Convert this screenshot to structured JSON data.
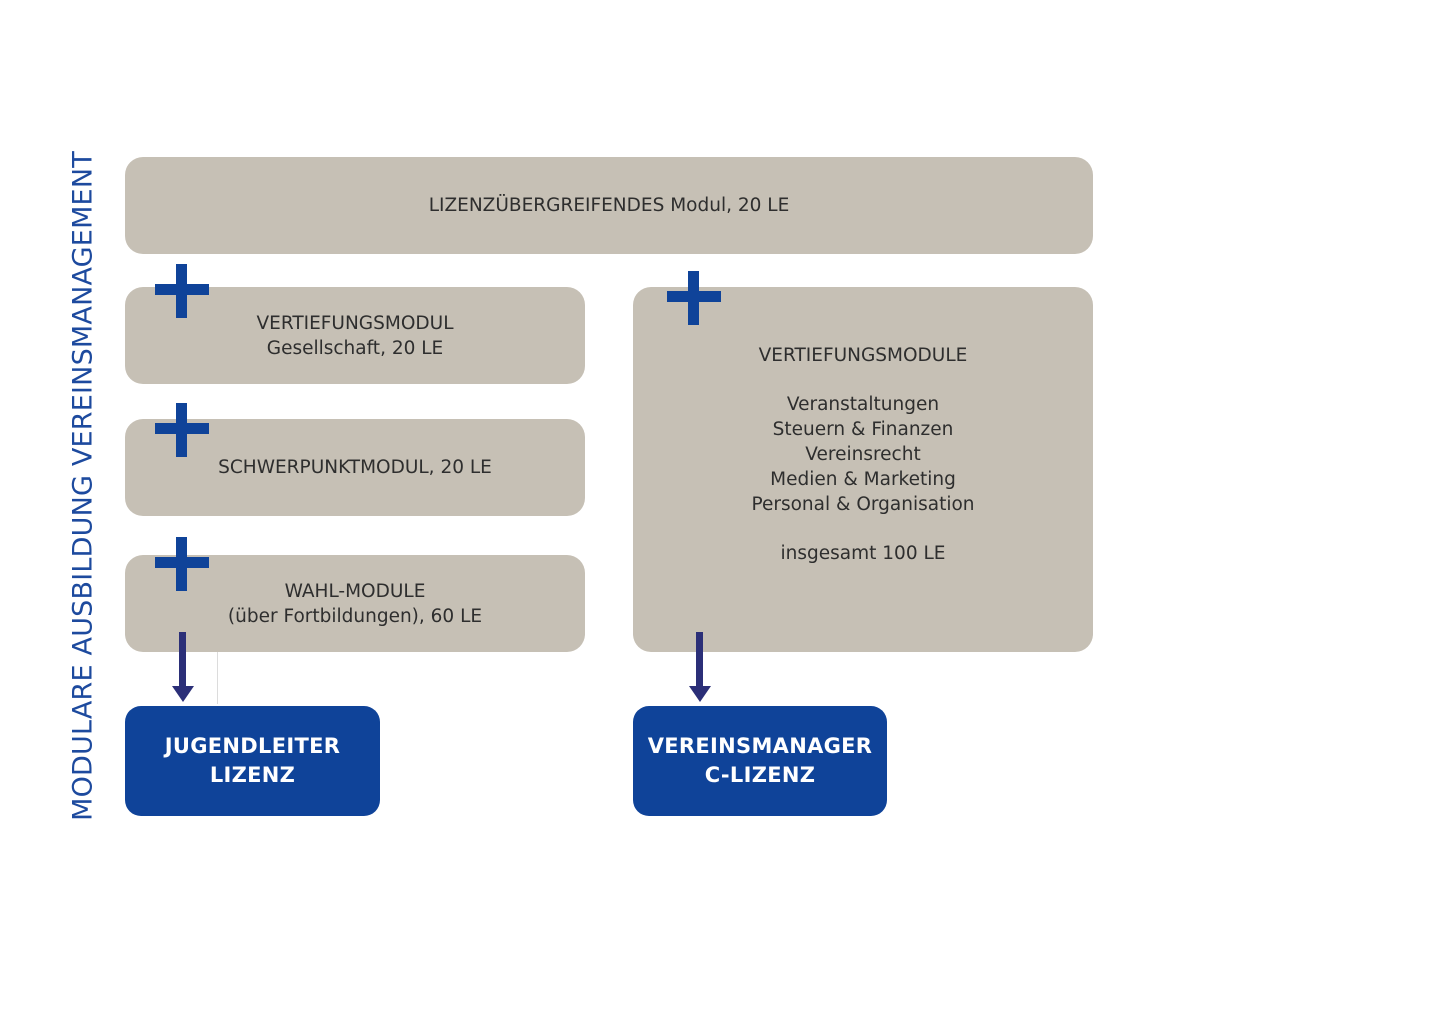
{
  "diagram": {
    "side_title": "MODULARE AUSBILDUNG VEREINSMANAGEMENT",
    "top_module": "LIZENZÜBERGREIFENDES Modul, 20 LE",
    "left_column": {
      "vertiefungsmodul": {
        "line1": "VERTIEFUNGSMODUL",
        "line2": "Gesellschaft, 20 LE"
      },
      "schwerpunktmodul": "SCHWERPUNKTMODUL, 20 LE",
      "wahl_module": {
        "line1": "WAHL-MODULE",
        "line2": "(über Fortbildungen), 60 LE"
      },
      "licence": {
        "line1": "JUGENDLEITER",
        "line2": "LIZENZ"
      }
    },
    "right_column": {
      "vertiefungsmodule": {
        "title": "VERTIEFUNGSMODULE",
        "items": [
          "Veranstaltungen",
          "Steuern & Finanzen",
          "Vereinsrecht",
          "Medien & Marketing",
          "Personal & Organisation"
        ],
        "total": "insgesamt 100 LE"
      },
      "licence": {
        "line1": "VEREINSMANAGER",
        "line2": "C-LIZENZ"
      }
    },
    "colors": {
      "module_box": "#c6c0b5",
      "accent_blue": "#0f4399",
      "arrow": "#2b2f78",
      "title_blue": "#1d4a9e"
    },
    "icons": {
      "plus": "plus-icon",
      "arrow": "arrow-down-icon"
    }
  }
}
